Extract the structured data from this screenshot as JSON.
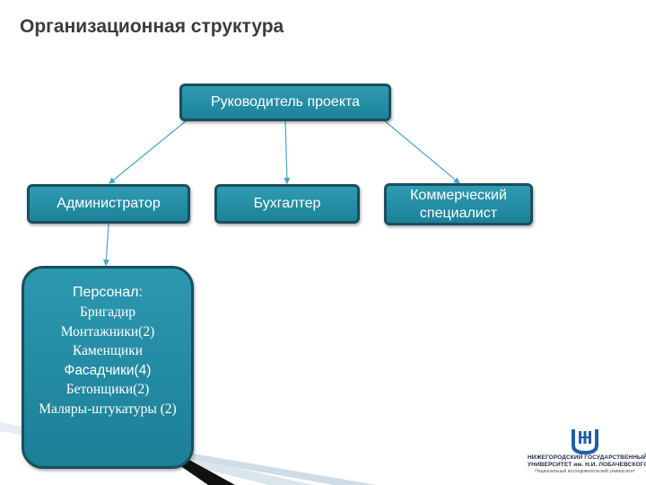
{
  "title": "Организационная структура",
  "nodes": {
    "head": "Руководитель проекта",
    "admin": "Администратор",
    "accountant": "Бухгалтер",
    "commercial": "Коммерческий специалист"
  },
  "staff": {
    "title": "Персонал:",
    "items": [
      "Бригадир",
      "Монтажники(2)",
      "Каменщики",
      "Фасадчики(4)",
      "Бетонщики(2)",
      "Маляры-штукатуры (2)"
    ]
  },
  "logo": {
    "line1": "НИЖЕГОРОДСКИЙ ГОСУДАРСТВЕННЫЙ",
    "line2": "УНИВЕРСИТЕТ им. Н.И. ЛОБАЧЕВСКОГО",
    "line3": "Национальный исследовательский университет"
  },
  "colors": {
    "box_fill": "#2090a8",
    "box_border": "#1a4f5e",
    "connector": "#4aa6bd",
    "logo_blue": "#1f5fa8"
  }
}
